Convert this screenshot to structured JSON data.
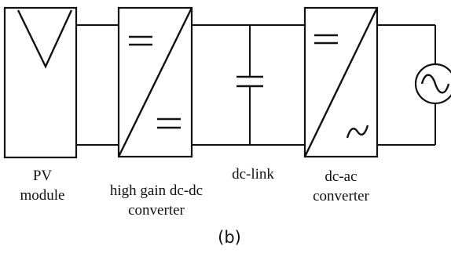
{
  "blocks": {
    "pv": {
      "line1": "PV",
      "line2": "module"
    },
    "dcdc": {
      "line1": "high gain dc-dc",
      "line2": "converter"
    },
    "link": {
      "line1": "dc-link"
    },
    "dcac": {
      "line1": "dc-ac",
      "line2": "converter"
    }
  },
  "caption": "(b)"
}
